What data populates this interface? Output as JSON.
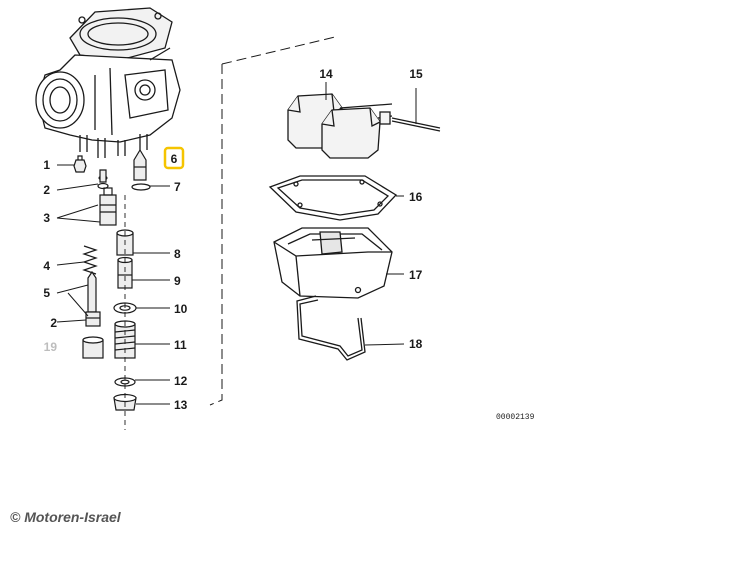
{
  "parts": [
    {
      "num": "1",
      "muted": false,
      "highlighted": false
    },
    {
      "num": "2",
      "muted": false,
      "highlighted": false
    },
    {
      "num": "3",
      "muted": false,
      "highlighted": false
    },
    {
      "num": "4",
      "muted": false,
      "highlighted": false
    },
    {
      "num": "5",
      "muted": false,
      "highlighted": false
    },
    {
      "num": "2",
      "muted": false,
      "highlighted": false
    },
    {
      "num": "19",
      "muted": true,
      "highlighted": false
    },
    {
      "num": "6",
      "muted": false,
      "highlighted": true
    },
    {
      "num": "7",
      "muted": false,
      "highlighted": false
    },
    {
      "num": "8",
      "muted": false,
      "highlighted": false
    },
    {
      "num": "9",
      "muted": false,
      "highlighted": false
    },
    {
      "num": "10",
      "muted": false,
      "highlighted": false
    },
    {
      "num": "11",
      "muted": false,
      "highlighted": false
    },
    {
      "num": "12",
      "muted": false,
      "highlighted": false
    },
    {
      "num": "13",
      "muted": false,
      "highlighted": false
    },
    {
      "num": "14",
      "muted": false,
      "highlighted": false
    },
    {
      "num": "15",
      "muted": false,
      "highlighted": false
    },
    {
      "num": "16",
      "muted": false,
      "highlighted": false
    },
    {
      "num": "17",
      "muted": false,
      "highlighted": false
    },
    {
      "num": "18",
      "muted": false,
      "highlighted": false
    }
  ],
  "diagram_ref": "00002139",
  "copyright": "© Motoren-Israel",
  "colors": {
    "highlight": "#f5c400",
    "line": "#1a1a1a",
    "muted": "#bdbdbd"
  }
}
